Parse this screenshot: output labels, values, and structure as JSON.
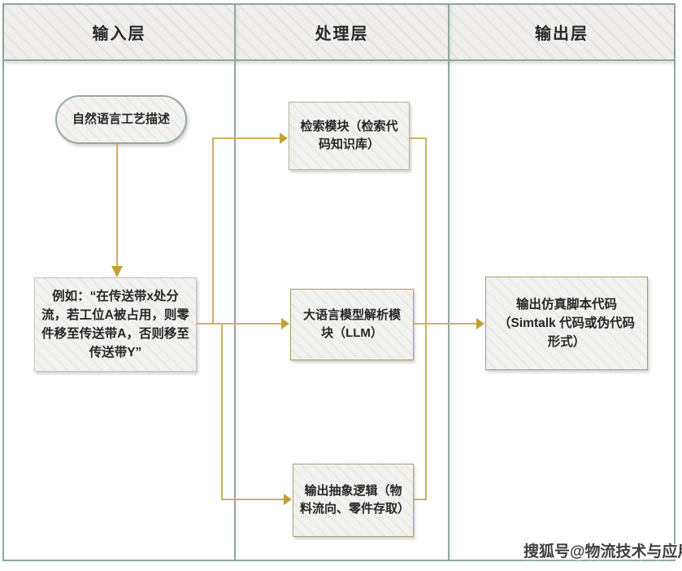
{
  "lanes": [
    {
      "title": "输入层"
    },
    {
      "title": "处理层"
    },
    {
      "title": "输出层"
    }
  ],
  "nodes": {
    "nl_input": {
      "label": "自然语言工艺描述",
      "shape": "stadium"
    },
    "example": {
      "label": "例如：“在传送带x处分流，若工位A被占用，则零件移至传送带A，否则移至传送带Y”",
      "shape": "rect"
    },
    "retrieval": {
      "label": "检索模块（检索代码知识库）",
      "shape": "rect"
    },
    "llm": {
      "label": "大语言模型解析模块（LLM）",
      "shape": "rect"
    },
    "abstract_logic": {
      "label": "输出抽象逻辑（物料流向、零件存取）",
      "shape": "rect"
    },
    "sim_code": {
      "label": "输出仿真脚本代码（Simtalk 代码或伪代码形式）",
      "shape": "rect"
    }
  },
  "edges": [
    {
      "from": "nl_input",
      "to": "example"
    },
    {
      "from": "example",
      "to": "retrieval"
    },
    {
      "from": "example",
      "to": "llm"
    },
    {
      "from": "example",
      "to": "abstract_logic"
    },
    {
      "from": "retrieval",
      "to": "sim_code"
    },
    {
      "from": "llm",
      "to": "sim_code"
    },
    {
      "from": "abstract_logic",
      "to": "sim_code"
    }
  ],
  "watermark": {
    "text": "搜狐号@物流技术与应用"
  },
  "colors": {
    "lane_border": "#8fa89d",
    "arrow_line": "#cdb264",
    "arrow_head": "#bfa136",
    "box_border_tan": "#a89a60",
    "box_border_gray": "#c2c1bf",
    "oval_border": "#97a8a0",
    "text": "#262626",
    "hatch_base": "#f2f2f1",
    "hatch_stripe": "#e8e8e6"
  }
}
